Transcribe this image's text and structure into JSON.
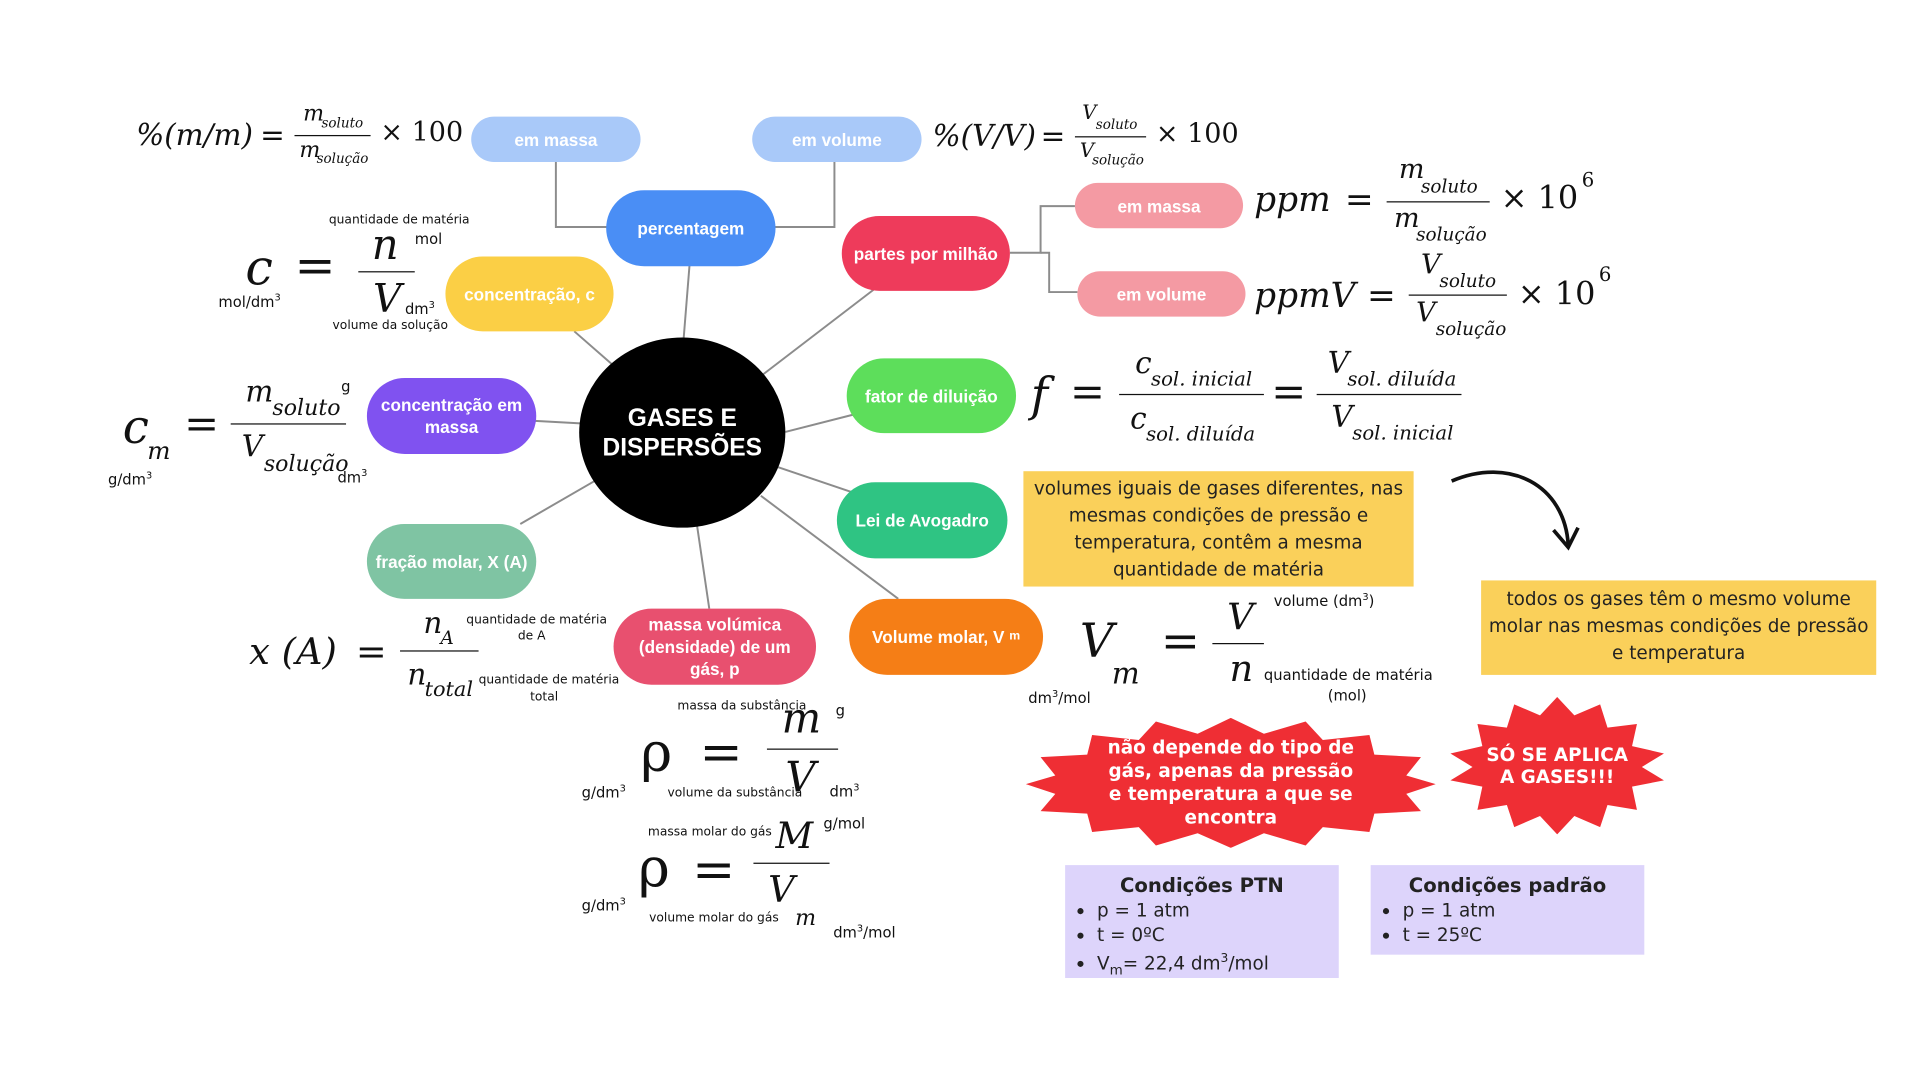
{
  "center": {
    "line1": "GASES E",
    "line2": "DISPERSÕES"
  },
  "nodes": {
    "percentagem": "percentagem",
    "em_massa_pct": "em massa",
    "em_volume_pct": "em volume",
    "partes_por_milhao": "partes por milhão",
    "em_massa_ppm": "em massa",
    "em_volume_ppm": "em volume",
    "concentracao": "concentração, c",
    "concentracao_massa": "concentração em massa",
    "fator_diluicao": "fator de diluição",
    "lei_avogadro": "Lei de Avogadro",
    "volume_molar": "Volume molar, V",
    "volume_molar_sub": "m",
    "fracao_molar": "fração molar, X (A)",
    "massa_volumica": "massa volúmica (densidade) de um gás, p"
  },
  "colors": {
    "light_blue": "#a9c9f9",
    "blue": "#4a8ef5",
    "red": "#ee3b5b",
    "pink": "#f49aa3",
    "yellow": "#fbcf45",
    "purple": "#8052f0",
    "green": "#5dde5b",
    "teal_green": "#2fc483",
    "sage": "#7fc4a3",
    "orange": "#f57e16",
    "rose": "#e8506f",
    "note_yellow": "#fad05a",
    "lavender": "#ddd4fb",
    "burst_red": "#ef2e34"
  },
  "formulas": {
    "pct_mm": {
      "lhs": "%(m/m)",
      "num": "m",
      "num_sub": "soluto",
      "den": "m",
      "den_sub": "solução",
      "times": "× 100"
    },
    "pct_vv": {
      "lhs": "%(V/V)",
      "num": "V",
      "num_sub": "soluto",
      "den": "V",
      "den_sub": "solução",
      "times": "× 100"
    },
    "ppm": {
      "lhs": "ppm",
      "num": "m",
      "num_sub": "soluto",
      "den": "m",
      "den_sub": "solução",
      "times": "× 10",
      "exp": "6"
    },
    "ppmv": {
      "lhs": "ppmV",
      "num": "V",
      "num_sub": "soluto",
      "den": "V",
      "den_sub": "solução",
      "times": "× 10",
      "exp": "6"
    },
    "conc": {
      "lhs": "c",
      "lhs_unit": "mol/dm",
      "lhs_unit_exp": "3",
      "num": "n",
      "num_unit": "mol",
      "num_label": "quantidade de matéria",
      "den": "V",
      "den_unit": "dm",
      "den_unit_exp": "3",
      "den_label": "volume da solução"
    },
    "cm": {
      "lhs": "c",
      "lhs_sub": "m",
      "lhs_unit": "g/dm",
      "lhs_unit_exp": "3",
      "num": "m",
      "num_sub": "soluto",
      "num_unit": "g",
      "den": "V",
      "den_sub": "solução",
      "den_unit": "dm",
      "den_unit_exp": "3"
    },
    "diluicao": {
      "lhs": "f",
      "n1": "c",
      "n1_sub": "sol. inicial",
      "d1": "c",
      "d1_sub": "sol. diluída",
      "n2": "V",
      "n2_sub": "sol. diluída",
      "d2": "V",
      "d2_sub": "sol. inicial"
    },
    "fracao": {
      "lhs": "x (A)",
      "num": "n",
      "num_sub": "A",
      "num_label_1": "quantidade de matéria",
      "num_label_2": "de A",
      "den": "n",
      "den_sub": "total",
      "den_label_1": "quantidade de matéria",
      "den_label_2": "total"
    },
    "rho1": {
      "lhs": "ρ",
      "lhs_unit": "g/dm",
      "lhs_unit_exp": "3",
      "num": "m",
      "num_label": "massa da substância",
      "num_unit": "g",
      "den": "V",
      "den_label": "volume da substância",
      "den_unit": "dm",
      "den_unit_exp": "3"
    },
    "rho2": {
      "lhs": "ρ",
      "lhs_unit": "g/dm",
      "lhs_unit_exp": "3",
      "num": "M",
      "num_label": "massa molar do gás",
      "num_unit": "g/mol",
      "den": "V",
      "den_sub": "m",
      "den_label": "volume molar do gás",
      "den_unit": "dm",
      "den_unit_exp": "3",
      "den_unit_tail": "/mol"
    },
    "vm": {
      "lhs": "V",
      "lhs_sub": "m",
      "lhs_unit": "dm",
      "lhs_unit_exp": "3",
      "lhs_unit_tail": "/mol",
      "num": "V",
      "num_label": "volume (dm",
      "num_label_exp": "3",
      "num_label_tail": ")",
      "den": "n",
      "den_label_1": "quantidade de matéria",
      "den_label_2": "(mol)"
    }
  },
  "notes": {
    "avogadro": "volumes iguais de gases diferentes, nas mesmas condições de pressão e temperatura, contêm a mesma quantidade de matéria",
    "mesmo_volume": "todos os gases têm o mesmo volume molar nas mesmas condições de pressão e temperatura",
    "burst_big": "não depende do tipo de gás, apenas da pressão e temperatura a que se encontra",
    "burst_small": "SÓ SE APLICA A GASES!!!"
  },
  "ptn": {
    "title": "Condições PTN",
    "p": "p = 1 atm",
    "t": "t = 0ºC",
    "vm_label": "V",
    "vm_sub": "m",
    "vm_value": "= 22,4 dm",
    "vm_exp": "3",
    "vm_tail": "/mol"
  },
  "padrao": {
    "title": "Condições padrão",
    "p": "p = 1 atm",
    "t": "t = 25ºC"
  }
}
